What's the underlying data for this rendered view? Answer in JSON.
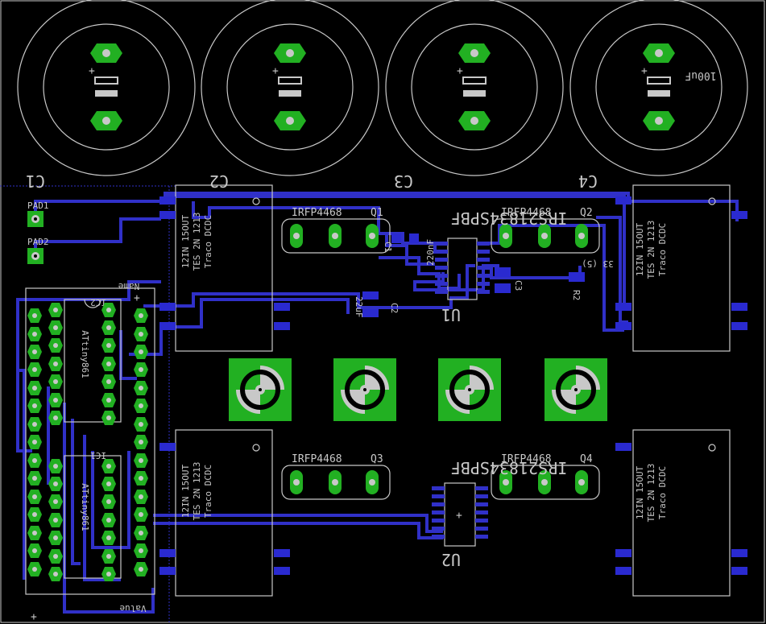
{
  "capacitors": [
    {
      "ref": "C1",
      "value": ""
    },
    {
      "ref": "C2",
      "value": ""
    },
    {
      "ref": "C3",
      "value": ""
    },
    {
      "ref": "C4",
      "value": "100uF"
    }
  ],
  "converters": {
    "label_line1": "Traco DCDC",
    "label_line2": "TES 2N 1213",
    "label_line3": "12IN 15OUT"
  },
  "mosfets": [
    {
      "ref": "Q1",
      "part": "IRFP4468"
    },
    {
      "ref": "Q2",
      "part": "IRFP4468"
    },
    {
      "ref": "Q3",
      "part": "IRFP4468"
    },
    {
      "ref": "Q4",
      "part": "IRFP4468"
    }
  ],
  "drivers": [
    {
      "ref": "U1",
      "part": "IRS21834SPBF"
    },
    {
      "ref": "U2",
      "part": "IRS21834SPBF"
    }
  ],
  "ics": [
    {
      "ref": "IC2",
      "part": "ATtiny861"
    },
    {
      "ref": "IC1",
      "part": "ATtiny861"
    }
  ],
  "pads": [
    {
      "ref": "PAD1"
    },
    {
      "ref": "PAD2"
    }
  ],
  "small_parts": {
    "c_top": "C1",
    "c_mid": "C2",
    "c_right": "C3",
    "r_right": "R2",
    "r_val": "33 (5)",
    "value_a": "220nF",
    "value_b": "22uF"
  },
  "labels": {
    "name": "Name",
    "value": "Value"
  },
  "colors": {
    "background": "#000000",
    "silkscreen": "#c8c8c8",
    "copper_pad": "#22b022",
    "trace": "#3030c8"
  }
}
